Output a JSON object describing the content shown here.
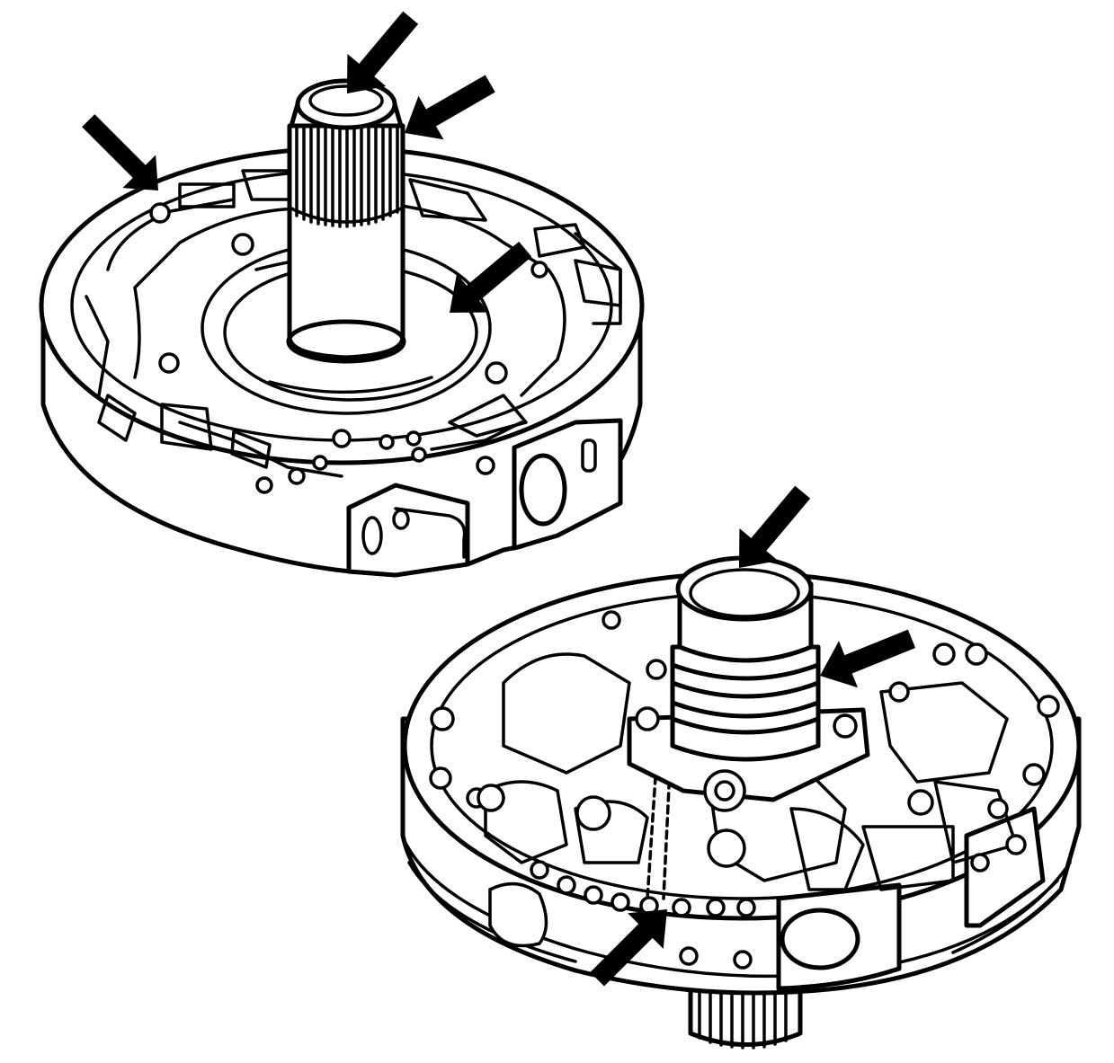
{
  "figure": {
    "colors": {
      "line": "#000000",
      "background": "#ffffff"
    },
    "components": [
      {
        "name": "pump-cover-with-stator-shaft",
        "arrow_count": 4
      },
      {
        "name": "pump-body-with-hub",
        "arrow_count": 3
      }
    ]
  }
}
